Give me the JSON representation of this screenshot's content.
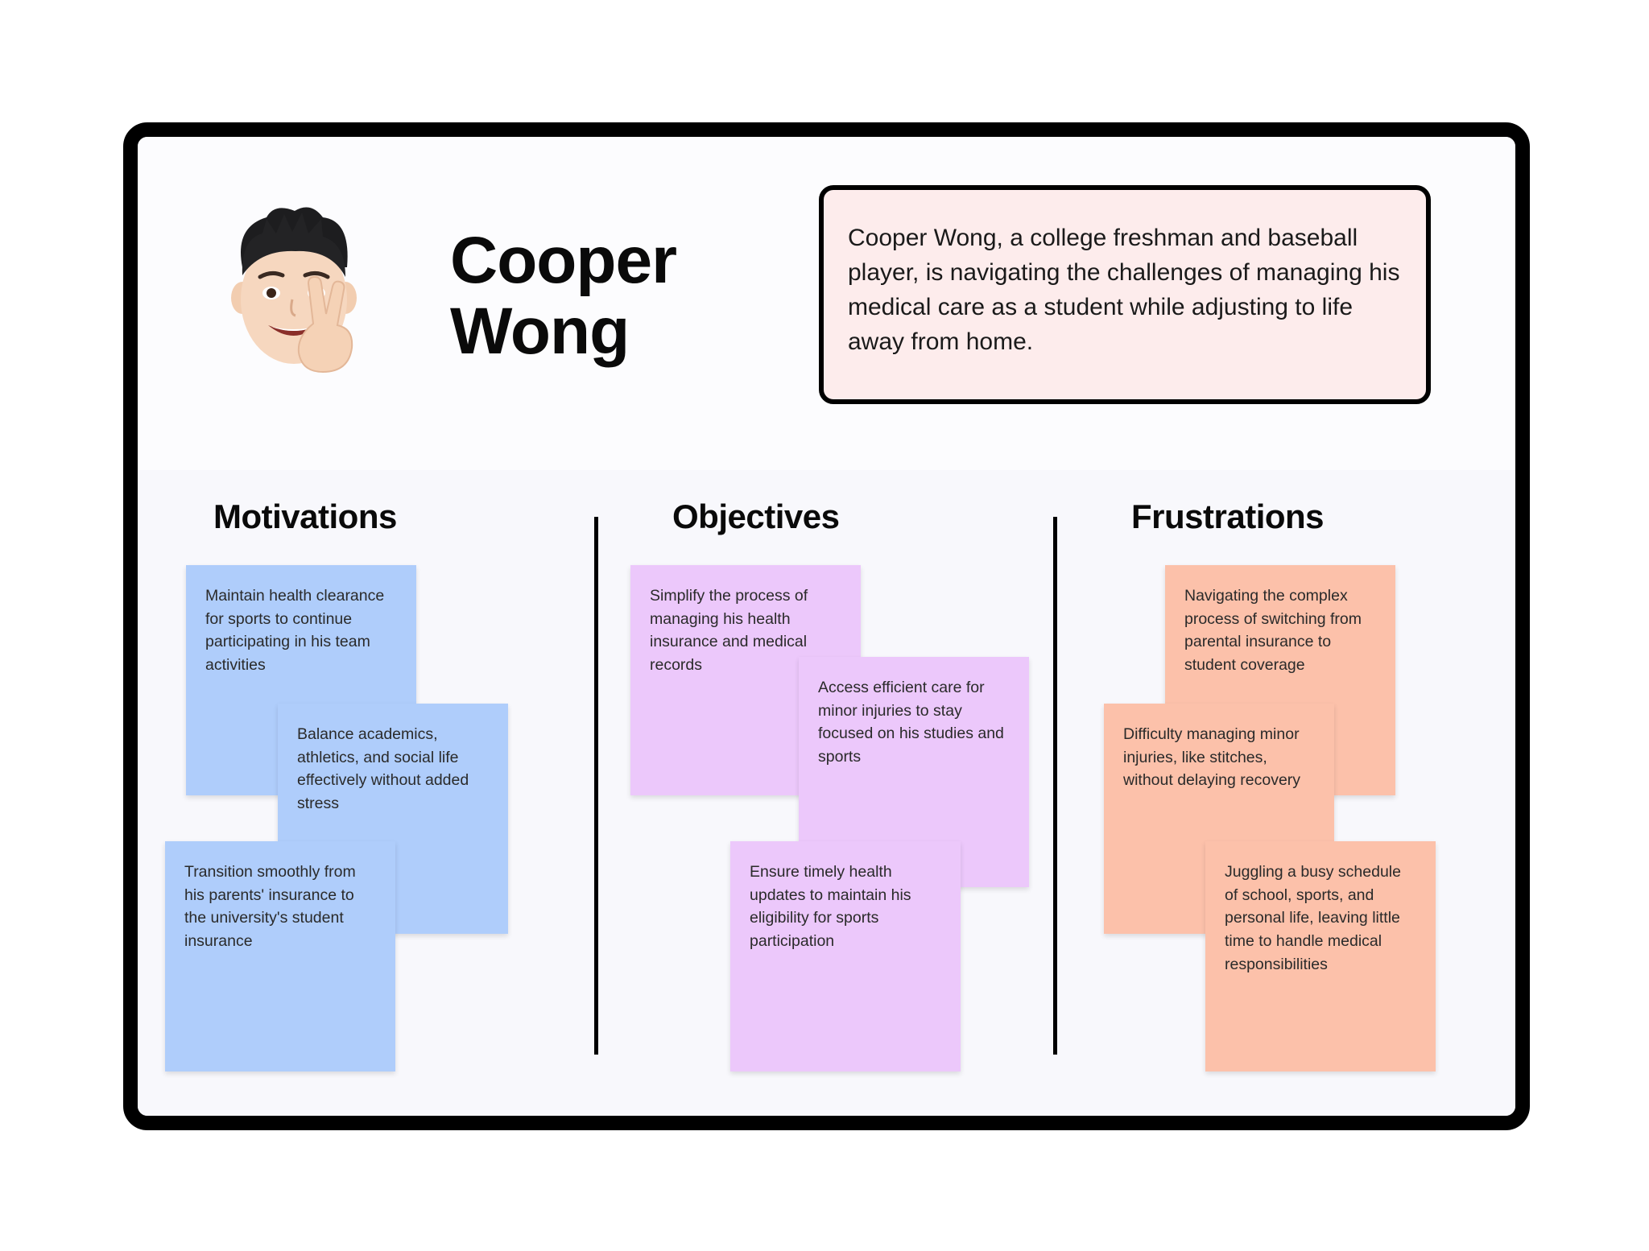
{
  "persona": {
    "first_name": "Cooper",
    "last_name": "Wong",
    "bio": "Cooper Wong, a college freshman and baseball player, is navigating the challenges of managing his medical care as a student while adjusting to life away from home.",
    "avatar_icon": "memoji-peace-sign-icon"
  },
  "columns": {
    "motivations": {
      "title": "Motivations",
      "color": "#afcdfb",
      "notes": [
        "Maintain health clearance for sports to continue participating in his team activities",
        "Balance academics, athletics, and social life effectively without added stress",
        "Transition smoothly from his parents' insurance to the university's student insurance"
      ]
    },
    "objectives": {
      "title": "Objectives",
      "color": "#ecc8fb",
      "notes": [
        "Simplify the process of managing his health insurance and medical records",
        "Access efficient care for minor injuries to stay focused on his studies and sports",
        "Ensure timely health updates to maintain his eligibility for sports participation"
      ]
    },
    "frustrations": {
      "title": "Frustrations",
      "color": "#fcc1aa",
      "notes": [
        "Navigating the complex process of switching from parental insurance to student coverage",
        "Difficulty managing minor injuries, like stitches, without delaying recovery",
        "Juggling a busy schedule of school, sports, and personal life, leaving little time to handle medical responsibilities"
      ]
    }
  }
}
